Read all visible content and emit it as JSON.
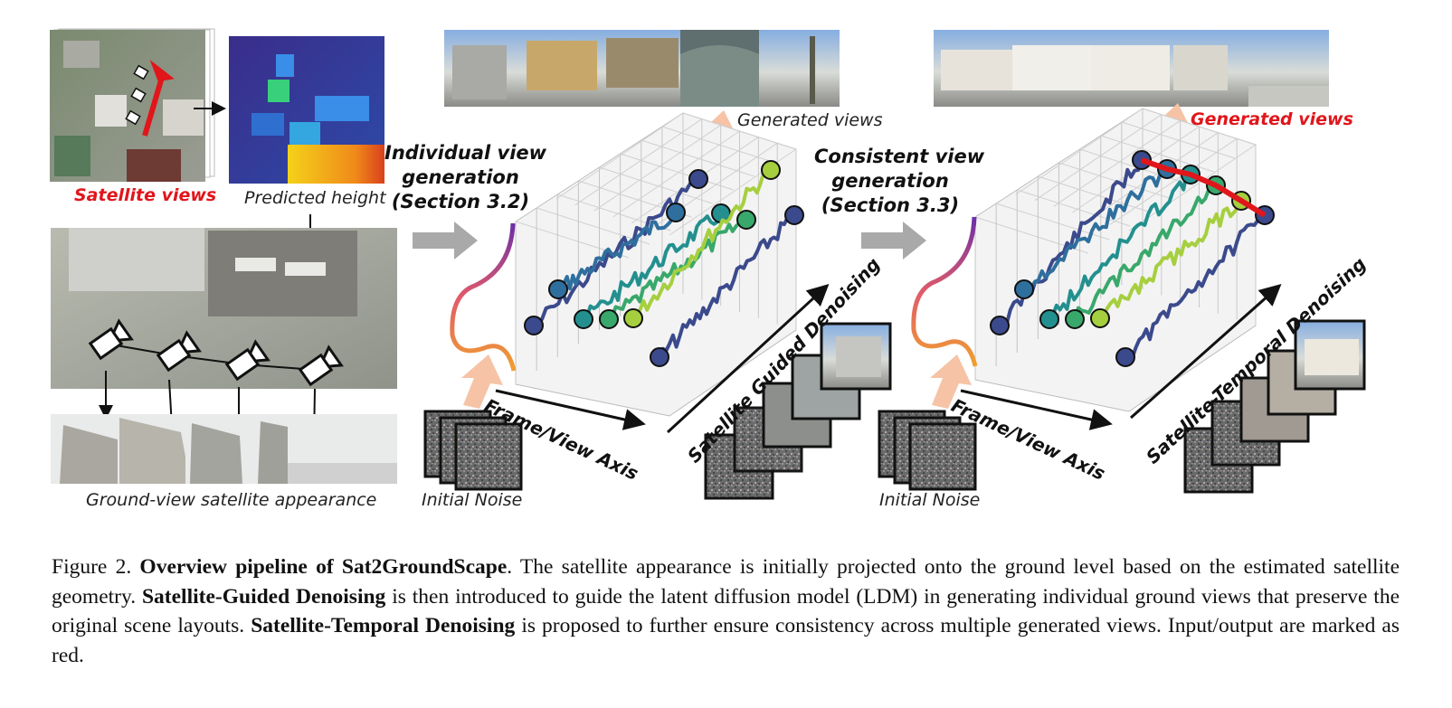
{
  "labels": {
    "satellite_views": "Satellite views",
    "predicted_height": "Predicted height",
    "ground_view_appearance": "Ground-view satellite appearance",
    "initial_noise_1": "Initial Noise",
    "initial_noise_2": "Initial Noise",
    "generated_views_1": "Generated views",
    "generated_views_2": "Generated views",
    "frame_axis_1": "Frame/View Axis",
    "frame_axis_2": "Frame/View Axis",
    "denoise_axis_1": "Satellite Guided Denoising",
    "denoise_axis_2": "Satellite-Temporal Denoising"
  },
  "stages": {
    "individual": [
      "Individual view",
      "generation",
      "(Section 3.2)"
    ],
    "consistent": [
      "Consistent view",
      "generation",
      "(Section 3.3)"
    ]
  },
  "caption": {
    "prefix": "Figure 2.",
    "title": "Overview pipeline of Sat2GroundScape",
    "part1": ". The satellite appearance is initially projected onto the ground level based on the estimated satellite geometry. ",
    "bold1": "Satellite-Guided Denoising",
    "part2": " is then introduced to guide the latent diffusion model (LDM) in generating individual ground views that preserve the original scene layouts. ",
    "bold2": "Satellite-Temporal Denoising",
    "part3": " is proposed to further ensure consistency across multiple generated views. Input/output are marked as red."
  },
  "colors": {
    "accent_red": "#e0161b",
    "arrow_gray": "#a9a9a9",
    "arrow_peach": "#f6c3a6",
    "trajectory_palette": [
      "#3b4a8c",
      "#2f6f9e",
      "#23908f",
      "#39a86b",
      "#a6cf3f"
    ]
  }
}
